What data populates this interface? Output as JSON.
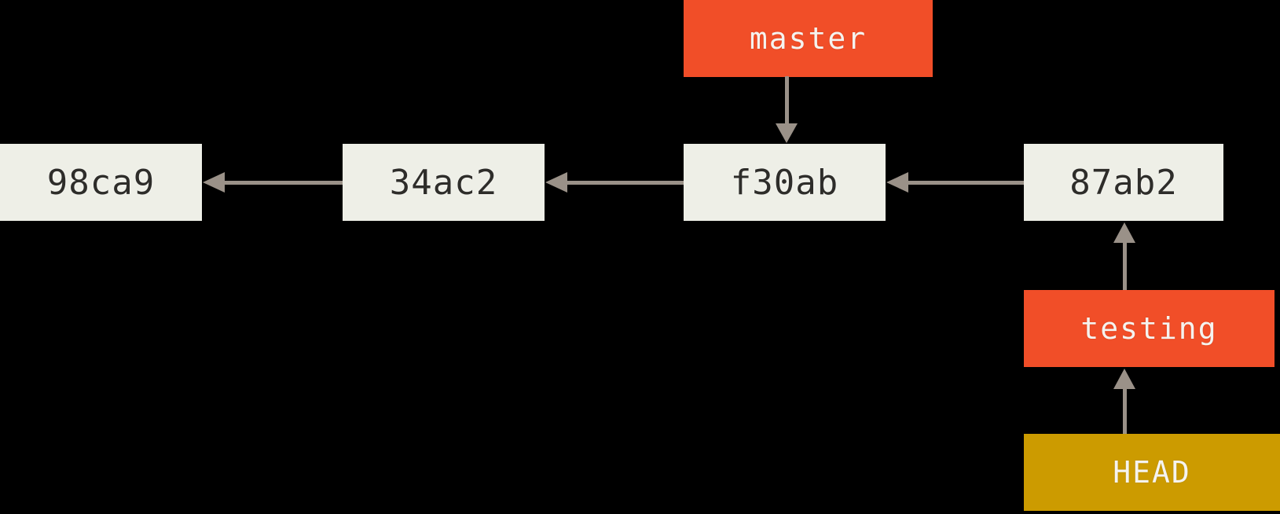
{
  "diagram": {
    "type": "git-commit-history-with-branches",
    "background": "#000000",
    "colors": {
      "background": "#000000",
      "commit_box": "#EEEFE7",
      "branch_box": "#F14E28",
      "head_box": "#CC9B00",
      "arrow": "#9A9188",
      "commit_text": "#2E2D2A",
      "label_text": "#F5F3EF"
    },
    "commits": [
      {
        "id": "98ca9"
      },
      {
        "id": "34ac2"
      },
      {
        "id": "f30ab"
      },
      {
        "id": "87ab2"
      }
    ],
    "commit_edges": [
      {
        "from": "34ac2",
        "to": "98ca9",
        "direction": "left"
      },
      {
        "from": "f30ab",
        "to": "34ac2",
        "direction": "left"
      },
      {
        "from": "87ab2",
        "to": "f30ab",
        "direction": "left"
      }
    ],
    "branches": [
      {
        "name": "master",
        "points_to": "f30ab"
      },
      {
        "name": "testing",
        "points_to": "87ab2"
      }
    ],
    "head": {
      "label": "HEAD",
      "points_to": "testing"
    }
  }
}
